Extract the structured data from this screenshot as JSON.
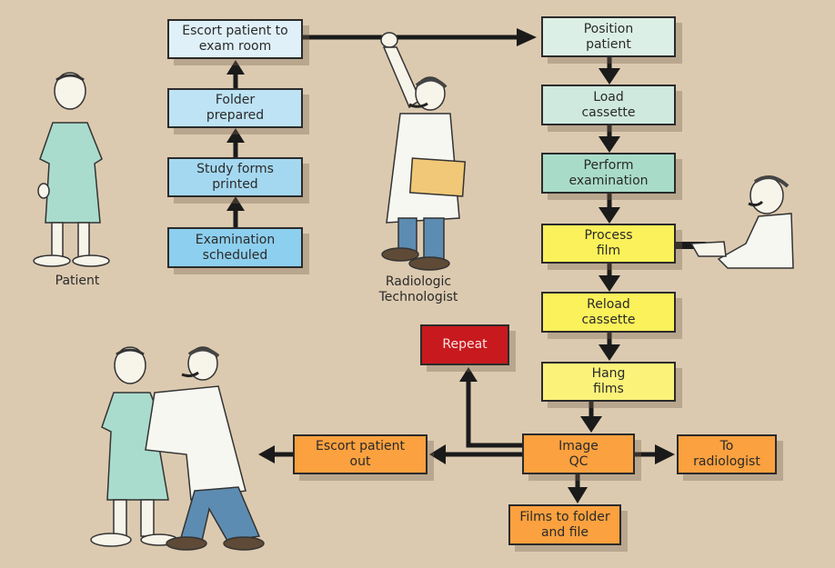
{
  "colors": {
    "background": "#dccab0",
    "blue_light": "#dff0f8",
    "blue_mid": "#bde3f5",
    "blue_strong": "#a4d8f1",
    "blue_deep": "#8dcfee",
    "mint_light": "#dcefe6",
    "mint_mid": "#cfe9de",
    "mint_strong": "#a9dcc8",
    "yellow": "#fbf15a",
    "yellow_light": "#fbf27a",
    "orange": "#fba13f",
    "red": "#c8191e",
    "arrow": "#1a1a1a"
  },
  "left_column": [
    {
      "id": "escort-to-exam",
      "text": "Escort patient to\nexam room"
    },
    {
      "id": "folder-prepared",
      "text": "Folder\nprepared"
    },
    {
      "id": "forms-printed",
      "text": "Study forms\nprinted"
    },
    {
      "id": "exam-scheduled",
      "text": "Examination\nscheduled"
    }
  ],
  "right_column": [
    {
      "id": "position-patient",
      "text": "Position\npatient"
    },
    {
      "id": "load-cassette",
      "text": "Load\ncassette"
    },
    {
      "id": "perform-exam",
      "text": "Perform\nexamination"
    },
    {
      "id": "process-film",
      "text": "Process\nfilm"
    },
    {
      "id": "reload-cassette",
      "text": "Reload\ncassette"
    },
    {
      "id": "hang-films",
      "text": "Hang\nfilms"
    }
  ],
  "bottom": {
    "image_qc": "Image\nQC",
    "repeat": "Repeat",
    "escort_out": "Escort patient\nout",
    "to_radiologist": "To\nradiologist",
    "films_to_folder": "Films to folder\nand file"
  },
  "figures": {
    "patient_label": "Patient",
    "technologist_label": "Radiologic\nTechnologist"
  }
}
